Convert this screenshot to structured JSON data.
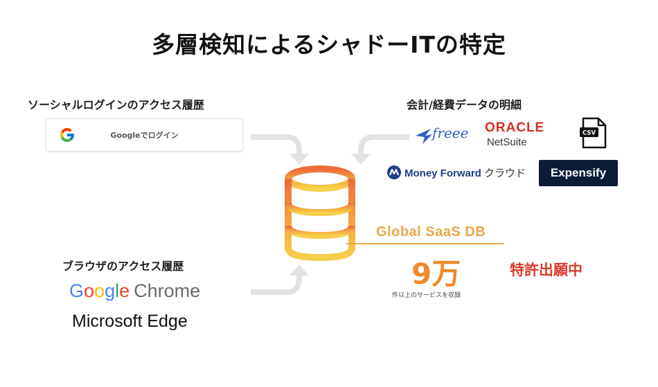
{
  "title": "多層検知によるシャドーITの特定",
  "social": {
    "title": "ソーシャルログインのアクセス履歴",
    "google_button": "Googleでログイン",
    "icon": "google-g-icon"
  },
  "accounting": {
    "title": "会計/経費データの明細",
    "freee": "freee",
    "oracle": "ORACLE",
    "netsuite": "NetSuite",
    "csv": "CSV",
    "moneyforward_en": "Money Forward",
    "moneyforward_jp": "クラウド",
    "expensify": "Expensify"
  },
  "browser": {
    "title": "ブラウザのアクセス履歴",
    "google": "Google",
    "chrome": "Chrome",
    "edge": "Microsoft Edge"
  },
  "db": {
    "label": "Global SaaS DB",
    "count": "9万",
    "count_sub": "件以上のサービスを収録",
    "patent": "特許出願中"
  },
  "colors": {
    "accent_orange": "#eda64a",
    "count_orange": "#ef8a2c",
    "patent_red": "#d93a2b",
    "arrow_gray": "#e2e2e2"
  }
}
